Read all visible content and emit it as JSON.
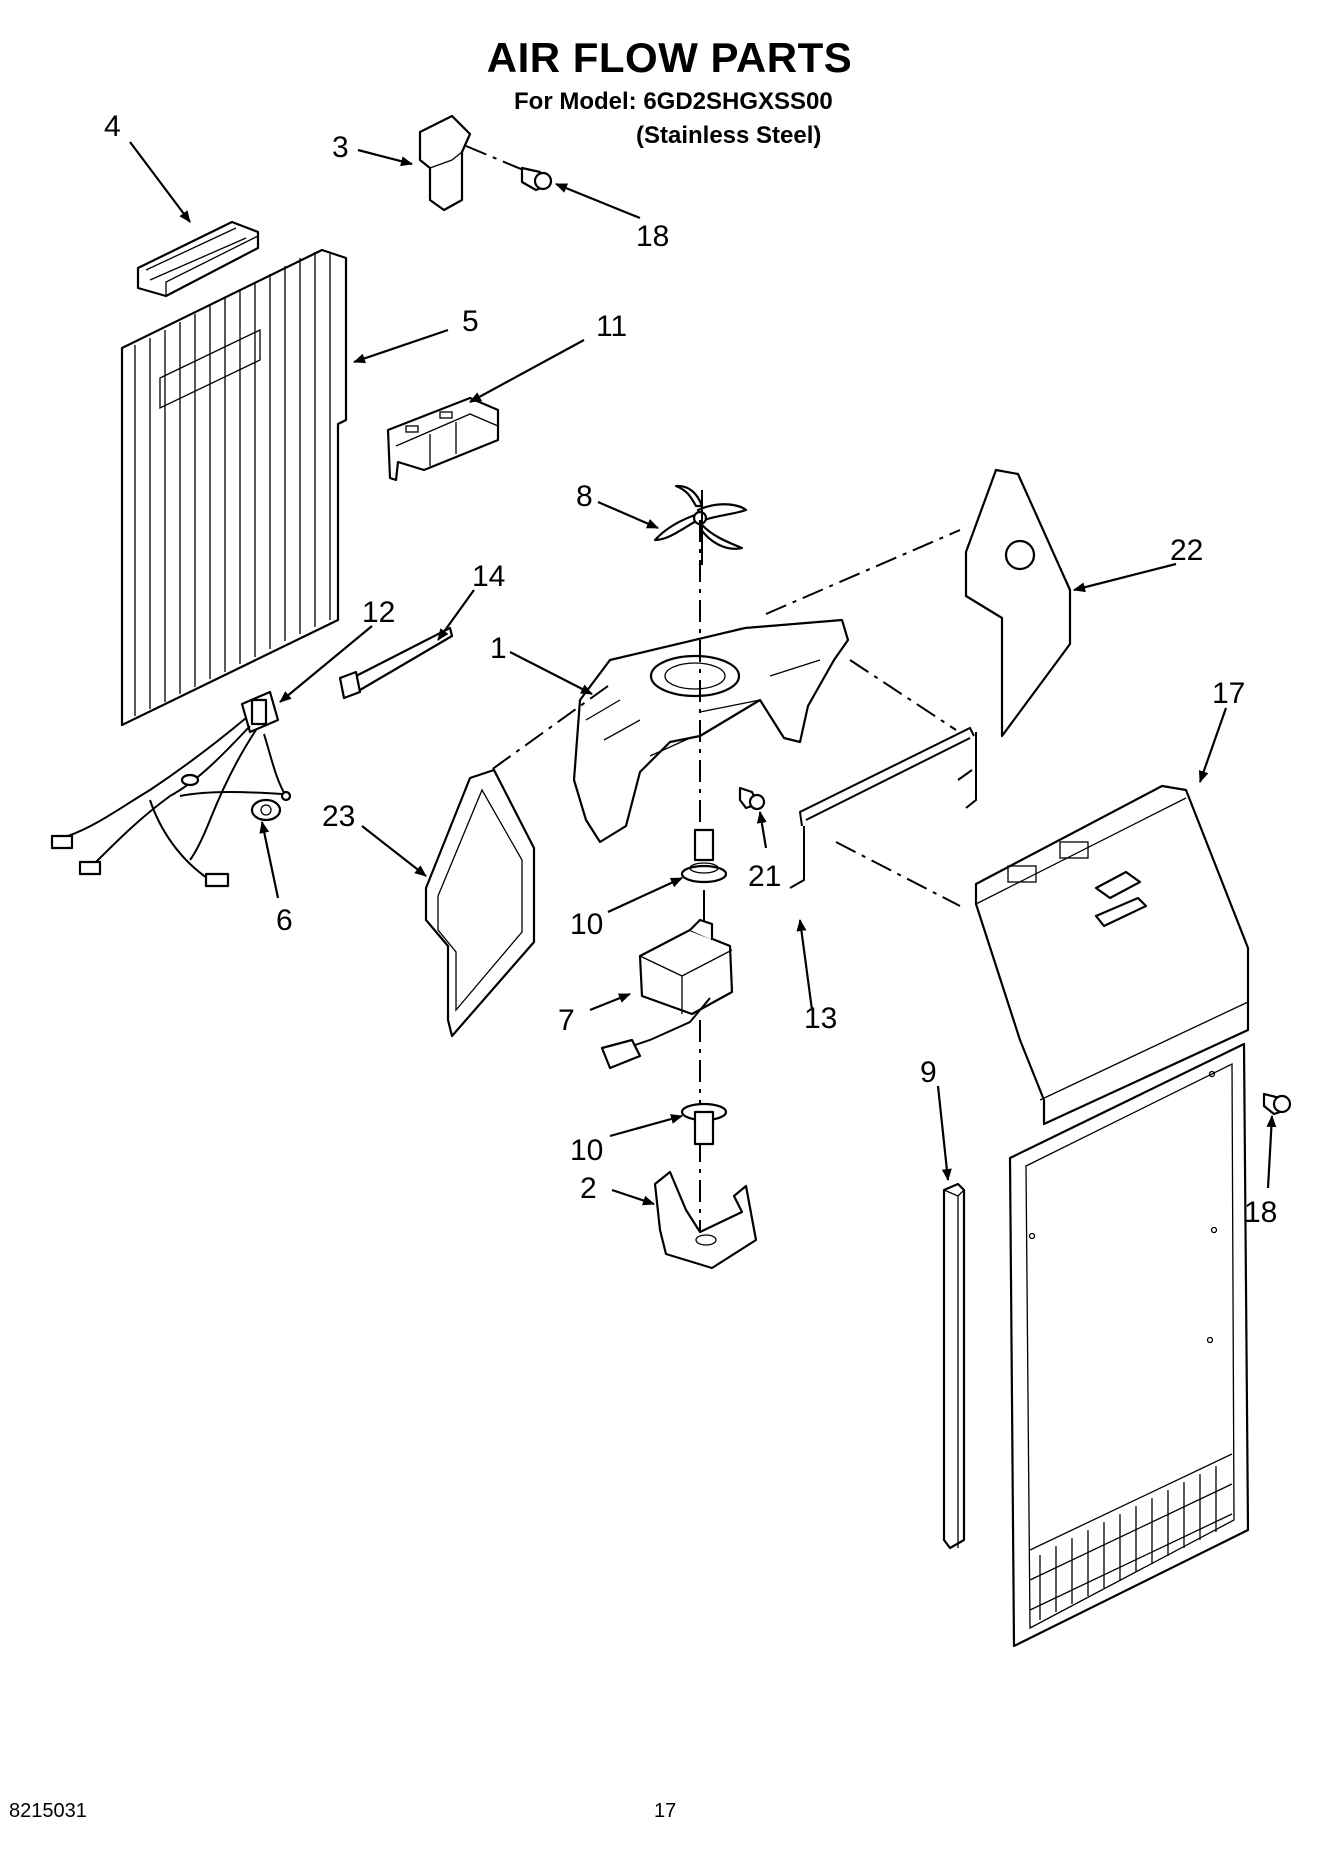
{
  "header": {
    "title": "AIR FLOW PARTS",
    "model_line": "For Model: 6GD2SHGXSS00",
    "variant_line": "(Stainless Steel)"
  },
  "footer": {
    "document_number": "8215031",
    "page_number": "17"
  },
  "callouts": [
    "1",
    "2",
    "3",
    "4",
    "5",
    "6",
    "7",
    "8",
    "9",
    "10",
    "10",
    "11",
    "12",
    "13",
    "14",
    "17",
    "18",
    "18",
    "21",
    "22",
    "23"
  ]
}
